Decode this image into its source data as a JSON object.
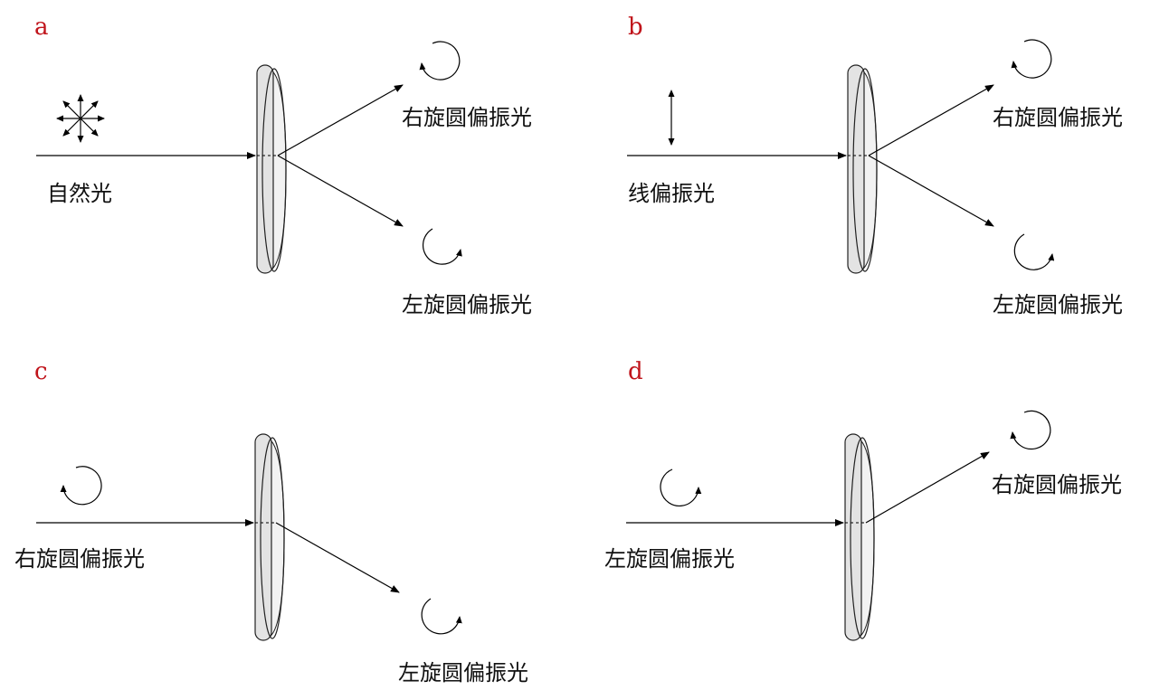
{
  "colors": {
    "panel_letter": "#c0141b",
    "plate_face": "#e3e3e3",
    "plate_edge": "#f2f2f2",
    "ink": "#000000"
  },
  "icons": {
    "rotation": "circular-arrow-icon",
    "unpolarized": "starburst-arrows-icon",
    "linear": "double-headed-arrow-icon"
  },
  "panels": {
    "a": {
      "letter": "a",
      "input": "自然光",
      "out_up": "右旋圆偏振光",
      "out_down": "左旋圆偏振光"
    },
    "b": {
      "letter": "b",
      "input": "线偏振光",
      "out_up": "右旋圆偏振光",
      "out_down": "左旋圆偏振光"
    },
    "c": {
      "letter": "c",
      "input": "右旋圆偏振光",
      "out_down": "左旋圆偏振光"
    },
    "d": {
      "letter": "d",
      "input": "左旋圆偏振光",
      "out_up": "右旋圆偏振光"
    }
  }
}
